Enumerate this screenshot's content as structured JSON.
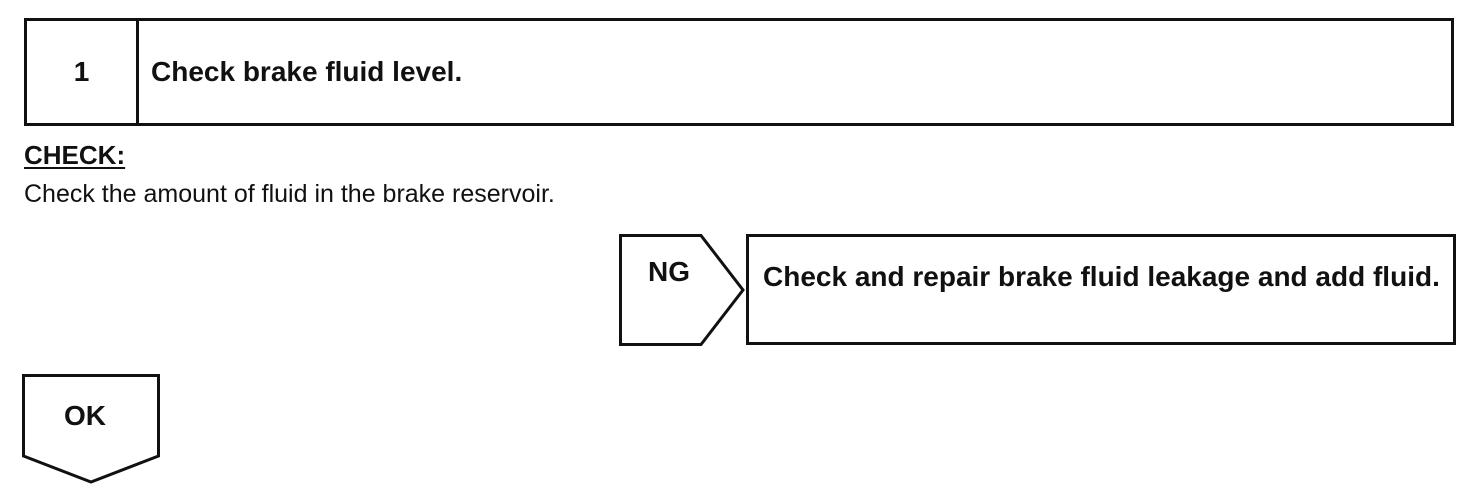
{
  "step": {
    "number": "1",
    "title": "Check brake fluid level."
  },
  "check": {
    "heading": "CHECK:",
    "text": "Check the amount of fluid in the brake reservoir."
  },
  "ng": {
    "label": "NG",
    "result": "Check and repair brake fluid leakage and add fluid."
  },
  "ok": {
    "label": "OK"
  }
}
